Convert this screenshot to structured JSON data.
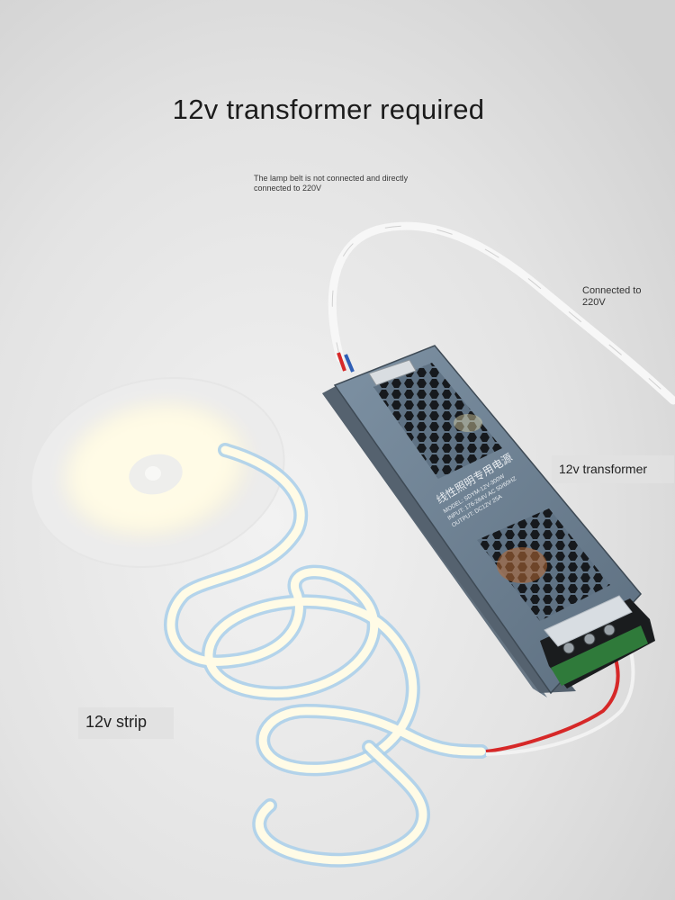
{
  "headline": "12v transformer required",
  "warning_note": "The lamp belt is not connected and directly connected to 220V",
  "mains_label": "Connected to 220V",
  "transformer_label": "12v transformer",
  "strip_label": "12v strip",
  "device_print": {
    "line1": "线性照明专用电源",
    "line2": "MODEL: SDYM-12V-300W",
    "line3": "INPUT: 176-264V AC 50/60HZ",
    "line4": "OUTPUT: DC12V 25A"
  },
  "colors": {
    "background": "#dedede",
    "device_body": "#687b8c",
    "strip_glow": "#fffbe6",
    "strip_edge": "#a9cfea",
    "red_wire": "#d62828",
    "blue_wire": "#2f5fb6",
    "copper": "#b86a33"
  }
}
